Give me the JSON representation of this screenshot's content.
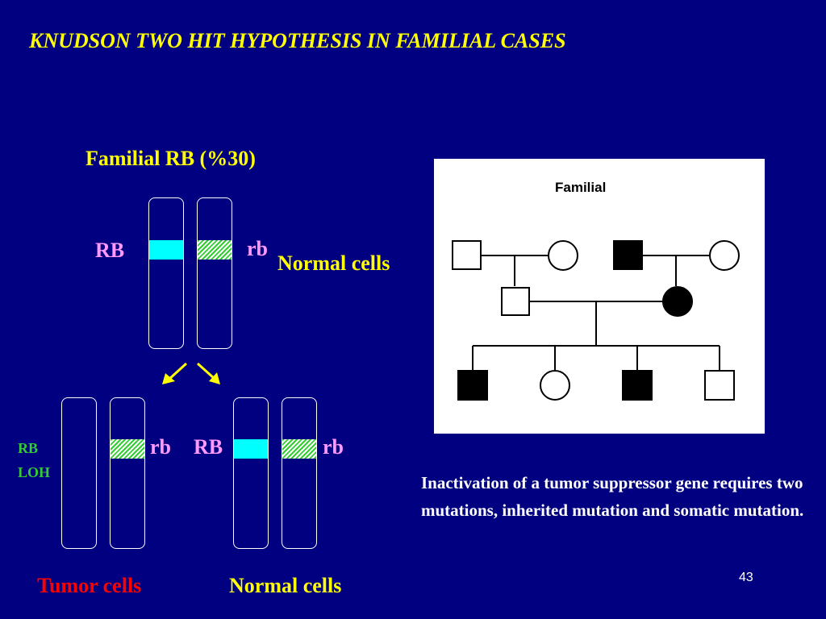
{
  "slide": {
    "title": "KNUDSON TWO HIT HYPOTHESIS IN FAMILIAL CASES",
    "subtitle": "Familial RB (%30)",
    "top_labels": {
      "rb_normal": "RB",
      "rb_mut": "rb",
      "cells": "Normal cells"
    },
    "bottom_left": {
      "loh_line1": "RB",
      "loh_line2": "LOH",
      "rb_mut": "rb",
      "caption": "Tumor cells"
    },
    "bottom_right": {
      "rb_normal": "RB",
      "rb_mut": "rb",
      "caption": "Normal cells"
    },
    "pedigree": {
      "title": "Familial"
    },
    "note": "Inactivation of a tumor suppressor gene requires two mutations, inherited mutation and somatic mutation.",
    "page_number": "43"
  },
  "colors": {
    "background": "#000080",
    "title": "#ffff00",
    "rb_band": "#00ffff",
    "mutant_band": "#33cc33",
    "rb_label": "#ff99ff",
    "loh_label": "#33cc33",
    "tumor_caption": "#ff0000",
    "arrow": "#ffff00"
  }
}
